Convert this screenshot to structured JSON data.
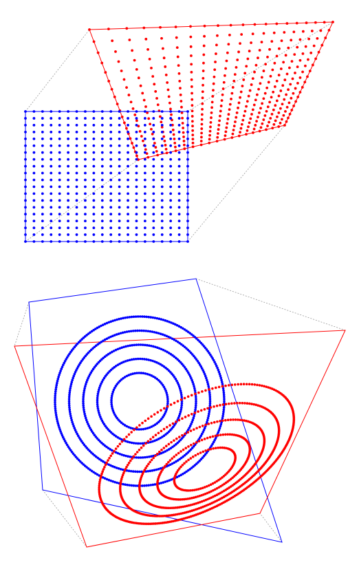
{
  "colors": {
    "source": "#0000ff",
    "target": "#ff0000",
    "connector": "#9a9a9a",
    "background": "#ffffff"
  },
  "grid_panel": {
    "grid_size": 20
  },
  "ellipse_panel": {
    "contour_count": 5,
    "contour_radii": [
      1.0,
      1.5,
      2.0,
      2.5,
      3.0
    ]
  }
}
